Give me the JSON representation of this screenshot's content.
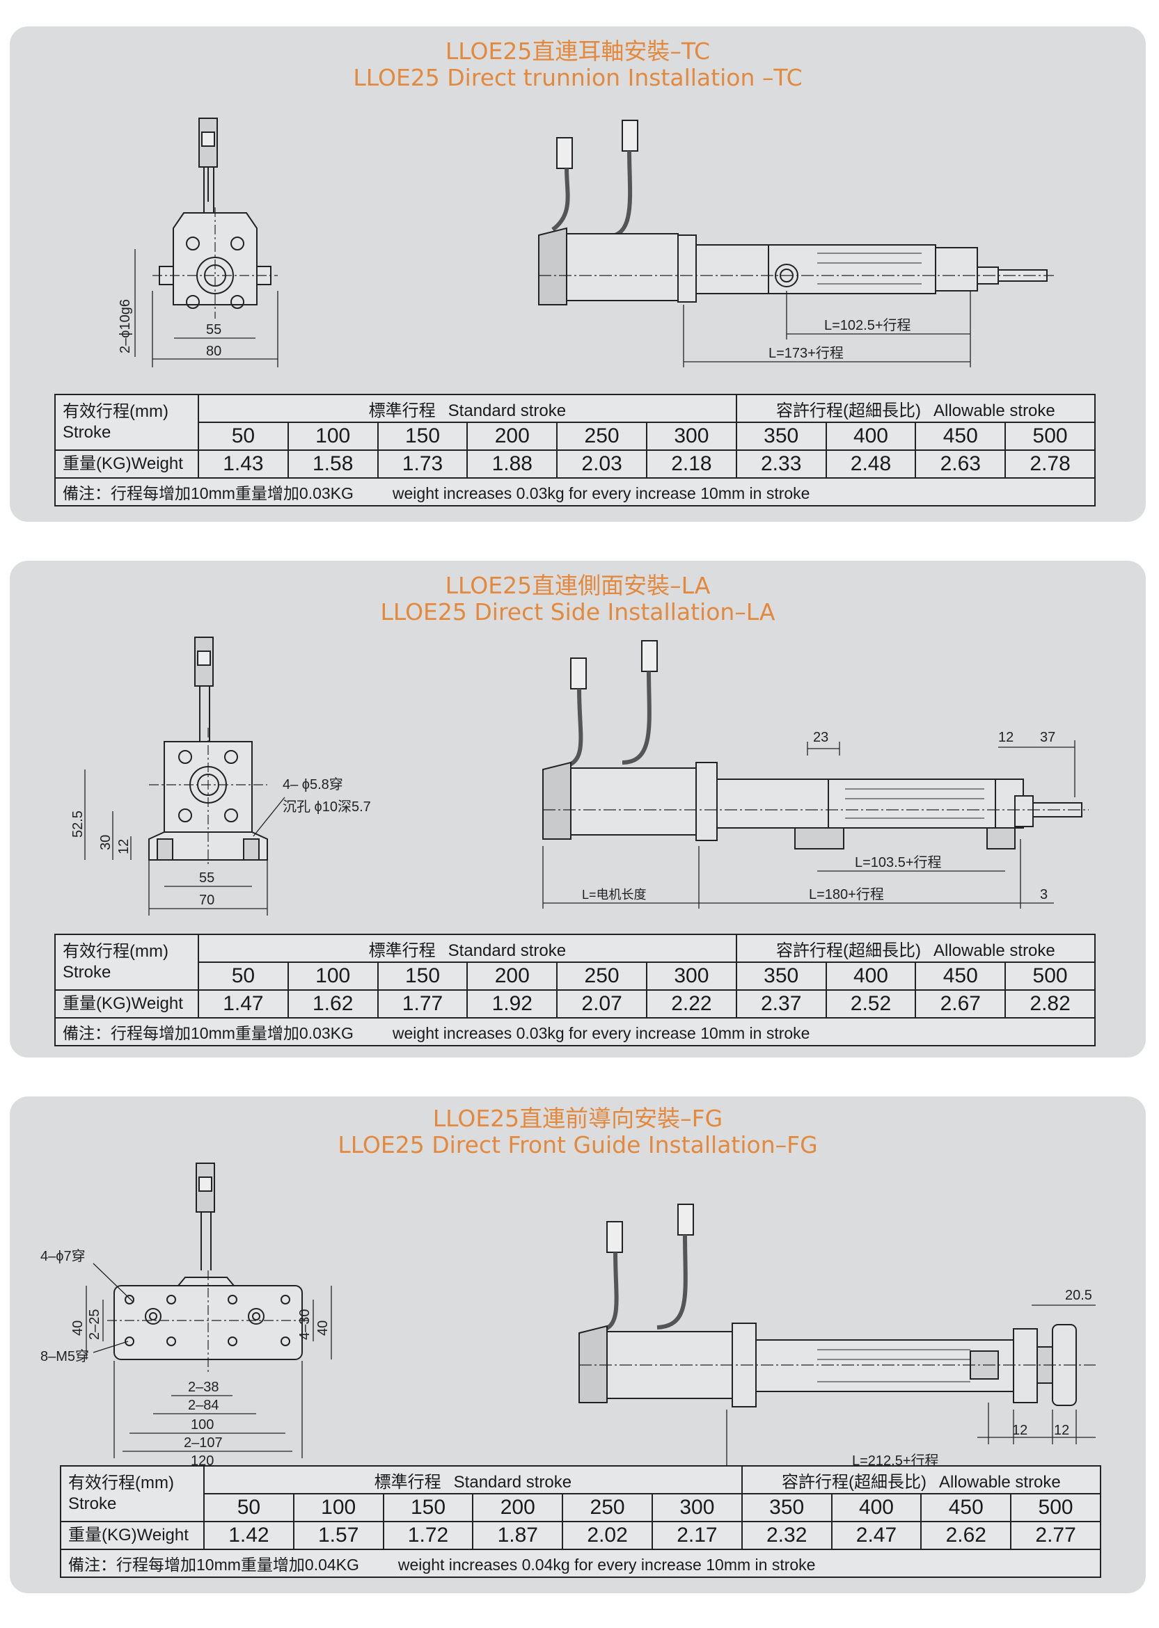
{
  "sections": [
    {
      "title_cn": "LLOE25直連耳軸安裝–TC",
      "title_en": "LLOE25 Direct trunnion Installation –TC",
      "dims": {
        "d1": "2–ϕ10g6",
        "d2": "55",
        "d3": "80",
        "d4": "L=102.5+行程",
        "d5": "L=173+行程"
      },
      "table": {
        "stroke_label_cn": "有效行程(mm)",
        "stroke_label_en": "Stroke",
        "standard_cn": "標準行程",
        "standard_en": "Standard stroke",
        "allow_cn": "容許行程(超細長比)",
        "allow_en": "Allowable stroke",
        "weight_label": "重量(KG)Weight",
        "strokes": [
          "50",
          "100",
          "150",
          "200",
          "250",
          "300",
          "350",
          "400",
          "450",
          "500"
        ],
        "weights": [
          "1.43",
          "1.58",
          "1.73",
          "1.88",
          "2.03",
          "2.18",
          "2.33",
          "2.48",
          "2.63",
          "2.78"
        ],
        "note_cn": "備注：行程每增加10mm重量增加0.03KG",
        "note_en": "weight increases 0.03kg for every increase 10mm in stroke"
      }
    },
    {
      "title_cn": "LLOE25直連側面安裝–LA",
      "title_en": "LLOE25 Direct  Side Installation–LA",
      "dims": {
        "d1": "52.5",
        "d2": "30",
        "d3": "12",
        "d4": "55",
        "d5": "70",
        "d6": "4– ϕ5.8穿",
        "d7": "沉孔 ϕ10深5.7",
        "d8": "23",
        "d9": "12",
        "d10": "37",
        "d11": "L=103.5+行程",
        "d12": "L=电机长度",
        "d13": "L=180+行程",
        "d14": "3"
      },
      "table": {
        "stroke_label_cn": "有效行程(mm)",
        "stroke_label_en": "Stroke",
        "standard_cn": "標準行程",
        "standard_en": "Standard stroke",
        "allow_cn": "容許行程(超細長比)",
        "allow_en": "Allowable stroke",
        "weight_label": "重量(KG)Weight",
        "strokes": [
          "50",
          "100",
          "150",
          "200",
          "250",
          "300",
          "350",
          "400",
          "450",
          "500"
        ],
        "weights": [
          "1.47",
          "1.62",
          "1.77",
          "1.92",
          "2.07",
          "2.22",
          "2.37",
          "2.52",
          "2.67",
          "2.82"
        ],
        "note_cn": "備注：行程每增加10mm重量增加0.03KG",
        "note_en": "weight increases 0.03kg for every increase 10mm in stroke"
      }
    },
    {
      "title_cn": "LLOE25直連前導向安裝–FG",
      "title_en": "LLOE25 Direct Front Guide Installation–FG",
      "dims": {
        "d1": "4–ϕ7穿",
        "d2": "8–M5穿",
        "d3": "40",
        "d4": "2–25",
        "d5": "4–30",
        "d6": "40",
        "d7": "2–38",
        "d8": "2–84",
        "d9": "100",
        "d10": "2–107",
        "d11": "120",
        "d12": "20.5",
        "d13": "12",
        "d14": "12",
        "d15": "L=212.5+行程"
      },
      "table": {
        "stroke_label_cn": "有效行程(mm)",
        "stroke_label_en": "Stroke",
        "standard_cn": "標準行程",
        "standard_en": "Standard stroke",
        "allow_cn": "容許行程(超細長比)",
        "allow_en": "Allowable stroke",
        "weight_label": "重量(KG)Weight",
        "strokes": [
          "50",
          "100",
          "150",
          "200",
          "250",
          "300",
          "350",
          "400",
          "450",
          "500"
        ],
        "weights": [
          "1.42",
          "1.57",
          "1.72",
          "1.87",
          "2.02",
          "2.17",
          "2.32",
          "2.47",
          "2.62",
          "2.77"
        ],
        "note_cn": "備注：行程每增加10mm重量增加0.04KG",
        "note_en": "weight increases 0.04kg for every increase 10mm in stroke"
      }
    }
  ]
}
